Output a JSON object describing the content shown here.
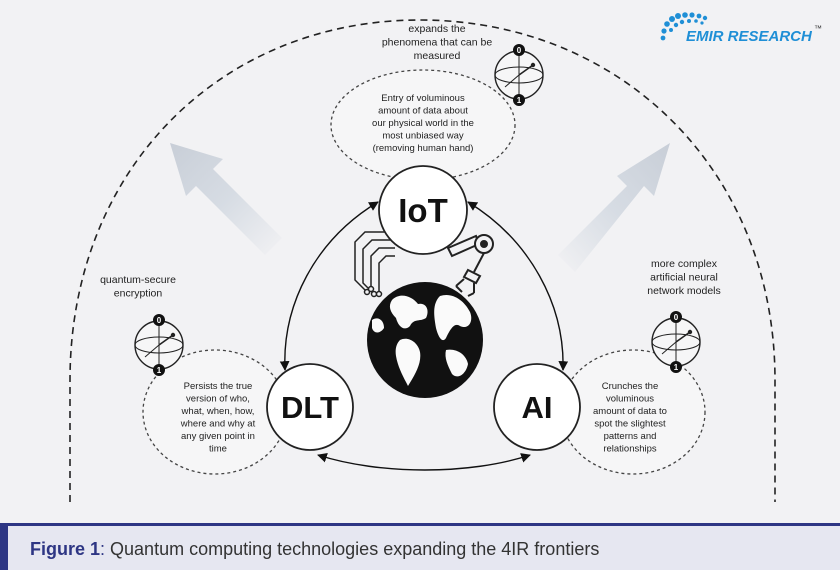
{
  "brand": {
    "name": "EMIR RESEARCH",
    "trademark": "™",
    "color": "#1f8fd6"
  },
  "nodes": {
    "iot": "IoT",
    "dlt": "DLT",
    "ai": "AI"
  },
  "bubbles": {
    "iot": [
      "Entry of voluminous",
      "amount of data about",
      "our physical world in the",
      "most unbiased way",
      "(removing human hand)"
    ],
    "dlt": [
      "Persists the true",
      "version of who,",
      "what, when, how,",
      "where and why at",
      "any given point in",
      "time"
    ],
    "ai": [
      "Crunches the",
      "voluminous",
      "amount of data to",
      "spot the slightest",
      "patterns and",
      "relationships"
    ]
  },
  "quantum_notes": {
    "top": [
      "expands the",
      "phenomena that can be",
      "measured"
    ],
    "left": [
      "quantum-secure",
      "encryption"
    ],
    "right": [
      "more complex",
      "artificial neural",
      "network models"
    ]
  },
  "qubit_states": {
    "zero": "0",
    "one": "1"
  },
  "caption": {
    "label": "Figure 1",
    "colon": ":",
    "text": " Quantum computing technologies expanding the 4IR frontiers"
  },
  "colors": {
    "accent": "#2e3684",
    "arrow": "#cdd3dc"
  }
}
